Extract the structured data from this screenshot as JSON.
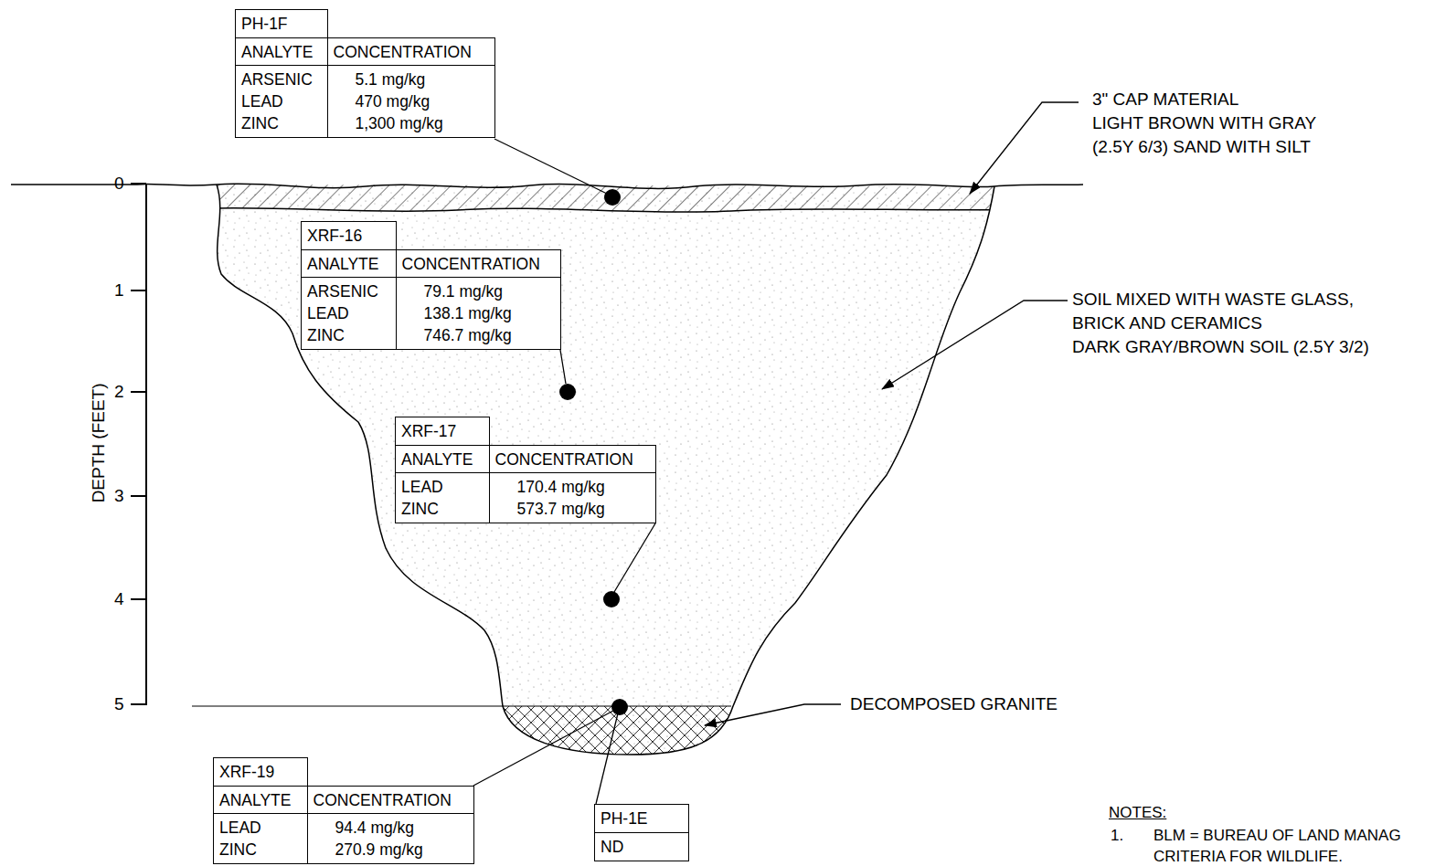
{
  "diagram": {
    "nodes": [
      {
        "text": [
          "PH-1F",
          "ANALYTE",
          "CONCENTRATION",
          "ARSENIC",
          "5.1 mg/kg",
          "LEAD",
          "470 mg/kg",
          "ZINC",
          "1,300 mg/kg"
        ]
      },
      {
        "text": [
          "XRF-16",
          "ANALYTE",
          "CONCENTRATION",
          "ARSENIC",
          "79.1 mg/kg",
          "LEAD",
          "138.1 mg/kg",
          "ZINC",
          "746.7 mg/kg"
        ]
      },
      {
        "text": [
          "XRF-17",
          "ANALYTE",
          "CONCENTRATION",
          "LEAD",
          "170.4 mg/kg",
          "ZINC",
          "573.7 mg/kg"
        ]
      },
      {
        "text": [
          "XRF-19",
          "ANALYTE",
          "CONCENTRATION",
          "LEAD",
          "94.4 mg/kg",
          "ZINC",
          "270.9 mg/kg"
        ]
      },
      {
        "text": [
          "PH-1E",
          "ND"
        ]
      }
    ],
    "labels": [
      "0",
      "1",
      "2",
      "3",
      "4",
      "5",
      "DEPTH  (FEET)",
      "3\" CAP MATERIAL",
      "LIGHT BROWN WITH GRAY",
      "(2.5Y 6/3) SAND WITH SILT",
      "SOIL MIXED WITH  WASTE GLASS,",
      "BRICK AND CERAMICS",
      "DARK GRAY/BROWN SOIL (2.5Y 3/2)",
      "DECOMPOSED GRANITE",
      "NOTES:",
      "1.",
      "BLM = BUREAU OF LAND MANAG",
      "CRITERIA FOR WILDLIFE."
    ]
  }
}
